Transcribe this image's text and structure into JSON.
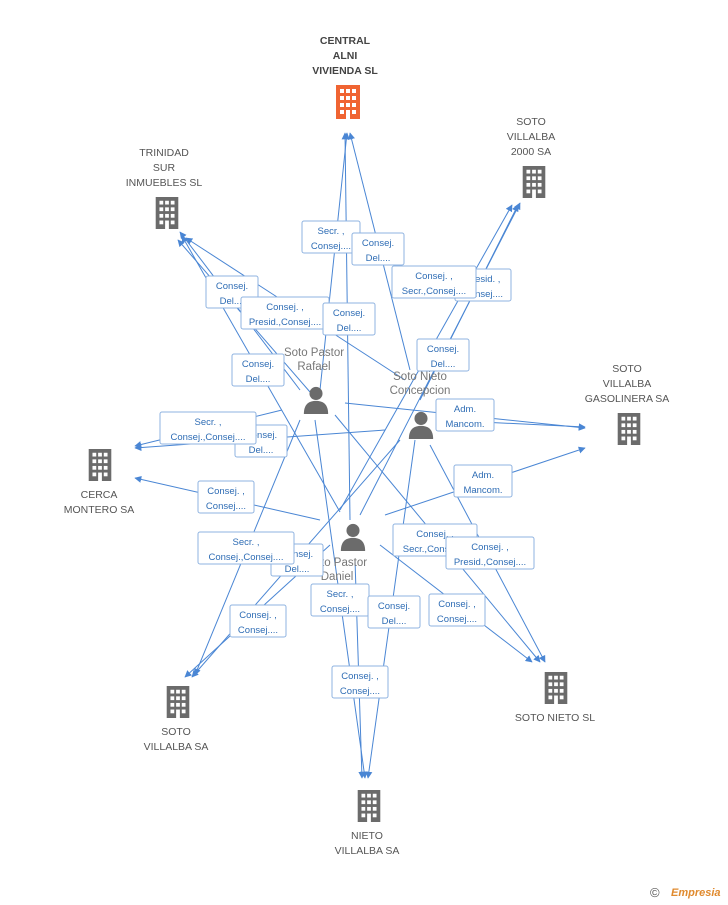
{
  "colors": {
    "focus_company": "#f06432",
    "company": "#6b6b6b",
    "person": "#6b6b6b",
    "edge": "#4a86d4",
    "role_text": "#2f6db5",
    "brand": "#e08a2e"
  },
  "companies": [
    {
      "id": "central",
      "label": [
        "CENTRAL",
        "ALNI",
        "VIVIENDA SL"
      ],
      "focus": true,
      "icon": "building-icon"
    },
    {
      "id": "trinidad",
      "label": [
        "TRINIDAD",
        "SUR",
        "INMUEBLES SL"
      ],
      "icon": "building-icon"
    },
    {
      "id": "soto2000",
      "label": [
        "SOTO",
        "VILLALBA",
        "2000 SA"
      ],
      "icon": "building-icon"
    },
    {
      "id": "gasolinera",
      "label": [
        "SOTO",
        "VILLALBA",
        "GASOLINERA SA"
      ],
      "icon": "building-icon"
    },
    {
      "id": "cerca",
      "label": [
        "CERCA",
        "MONTERO SA"
      ],
      "icon": "building-icon"
    },
    {
      "id": "villalba",
      "label": [
        "SOTO",
        "VILLALBA SA"
      ],
      "icon": "building-icon"
    },
    {
      "id": "nietosl",
      "label": [
        "SOTO NIETO SL"
      ],
      "icon": "building-icon"
    },
    {
      "id": "nietovillalba",
      "label": [
        "NIETO",
        "VILLALBA SA"
      ],
      "icon": "building-icon"
    }
  ],
  "persons": [
    {
      "id": "rafael",
      "label": [
        "Soto Pastor",
        "Rafael"
      ],
      "icon": "person-icon"
    },
    {
      "id": "concepcion",
      "label": [
        "Soto Nieto",
        "Concepcion"
      ],
      "icon": "person-icon"
    },
    {
      "id": "daniel",
      "label": [
        "Soto Pastor",
        "Daniel"
      ],
      "icon": "person-icon"
    }
  ],
  "roles": [
    {
      "id": "r1",
      "lines": [
        "Secr. ,",
        "Consej...."
      ]
    },
    {
      "id": "r2",
      "lines": [
        "Consej.",
        "Del...."
      ]
    },
    {
      "id": "r3",
      "lines": [
        "Presid. ,",
        "Consej...."
      ]
    },
    {
      "id": "r4",
      "lines": [
        "Consej. ,",
        "Secr.,Consej...."
      ]
    },
    {
      "id": "r5",
      "lines": [
        "Consej.",
        "Del...."
      ]
    },
    {
      "id": "r6",
      "lines": [
        "Consej. ,",
        "Presid.,Consej...."
      ]
    },
    {
      "id": "r7",
      "lines": [
        "Consej.",
        "Del...."
      ]
    },
    {
      "id": "r8",
      "lines": [
        "Consej.",
        "Del...."
      ]
    },
    {
      "id": "r9",
      "lines": [
        "Consej.",
        "Del...."
      ]
    },
    {
      "id": "r10",
      "lines": [
        "Consej.",
        "Del...."
      ]
    },
    {
      "id": "r11",
      "lines": [
        "Secr. ,",
        "Consej.,Consej...."
      ]
    },
    {
      "id": "r12",
      "lines": [
        "Adm.",
        "Mancom."
      ]
    },
    {
      "id": "r13",
      "lines": [
        "Consej. ,",
        "Consej...."
      ]
    },
    {
      "id": "r14",
      "lines": [
        "Adm.",
        "Mancom."
      ]
    },
    {
      "id": "r15",
      "lines": [
        "Consej.",
        "Del...."
      ]
    },
    {
      "id": "r16",
      "lines": [
        "Secr. ,",
        "Consej.,Consej...."
      ]
    },
    {
      "id": "r17",
      "lines": [
        "Consej. ,",
        "Secr.,Consej...."
      ]
    },
    {
      "id": "r18",
      "lines": [
        "Consej. ,",
        "Presid.,Consej...."
      ]
    },
    {
      "id": "r19",
      "lines": [
        "Secr. ,",
        "Consej...."
      ]
    },
    {
      "id": "r20",
      "lines": [
        "Consej. ,",
        "Consej...."
      ]
    },
    {
      "id": "r21",
      "lines": [
        "Consej.",
        "Del...."
      ]
    },
    {
      "id": "r22",
      "lines": [
        "Consej. ,",
        "Consej...."
      ]
    },
    {
      "id": "r23",
      "lines": [
        "Consej. ,",
        "Consej...."
      ]
    }
  ],
  "footer": {
    "copyright": "©",
    "brand": "Empresia"
  }
}
